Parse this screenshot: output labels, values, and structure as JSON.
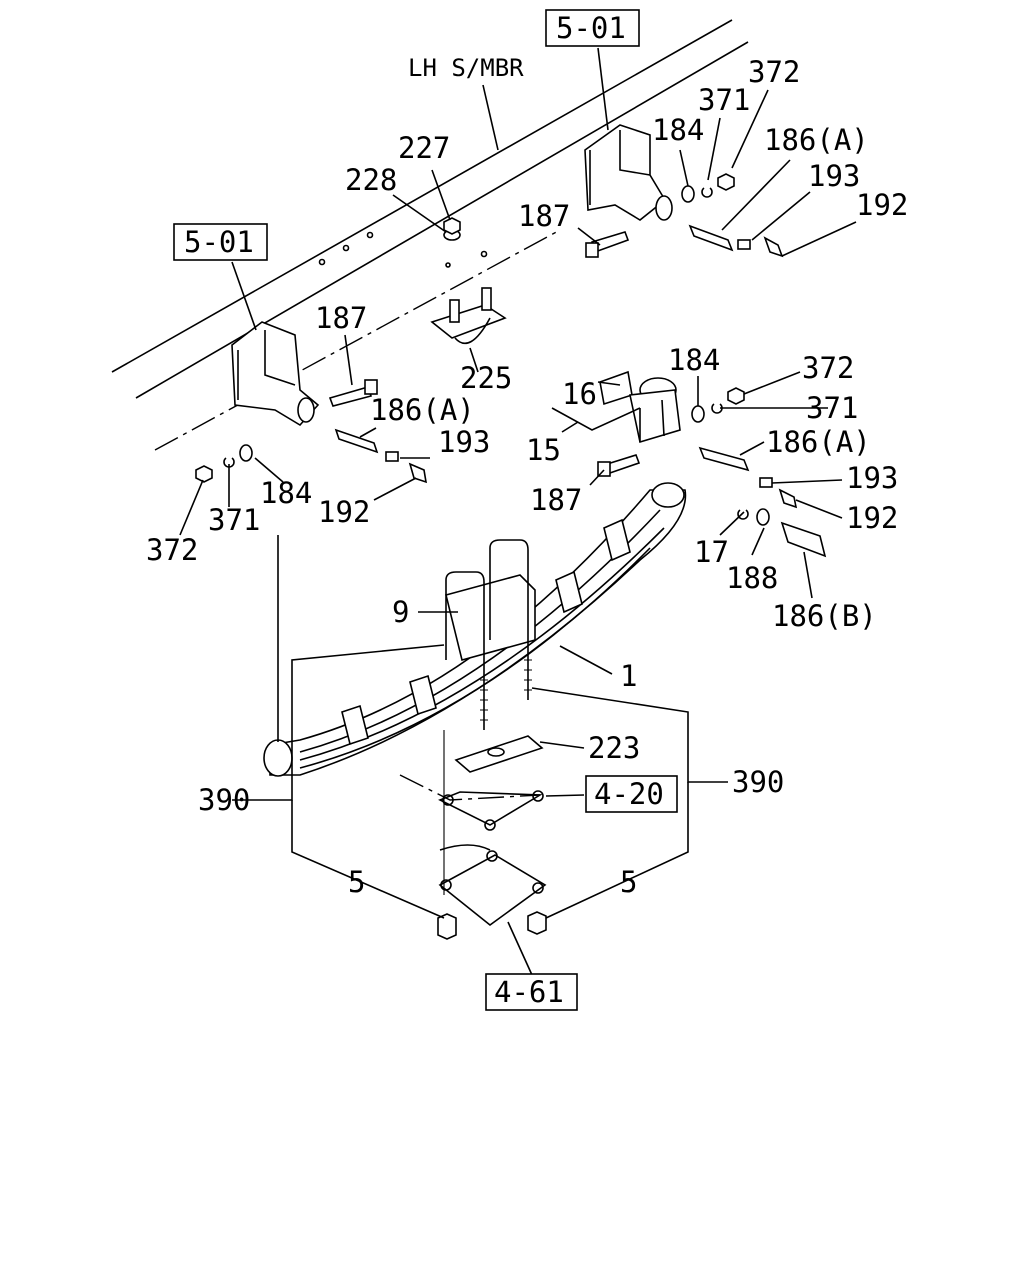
{
  "member_label": "LH S/MBR",
  "refs": {
    "frame_top": "5-01",
    "frame_left": "5-01",
    "axle_upper": "4-20",
    "axle_lower": "4-61"
  },
  "callouts": {
    "c227": "227",
    "c228": "228",
    "c225": "225",
    "c187_top": "187",
    "c184_top": "184",
    "c371_top": "371",
    "c372_top": "372",
    "c186a_top": "186(A)",
    "c193_top": "193",
    "c192_top": "192",
    "c187_left": "187",
    "c186a_left": "186(A)",
    "c193_left": "193",
    "c192_left": "192",
    "c184_left": "184",
    "c371_left": "371",
    "c372_left": "372",
    "c16": "16",
    "c15": "15",
    "c184_right": "184",
    "c372_right": "372",
    "c371_right": "371",
    "c186a_right": "186(A)",
    "c187_right": "187",
    "c193_right": "193",
    "c192_right": "192",
    "c17": "17",
    "c188": "188",
    "c186b": "186(B)",
    "c9": "9",
    "c1": "1",
    "c223": "223",
    "c390_left": "390",
    "c390_right": "390",
    "c5_left": "5",
    "c5_right": "5"
  }
}
